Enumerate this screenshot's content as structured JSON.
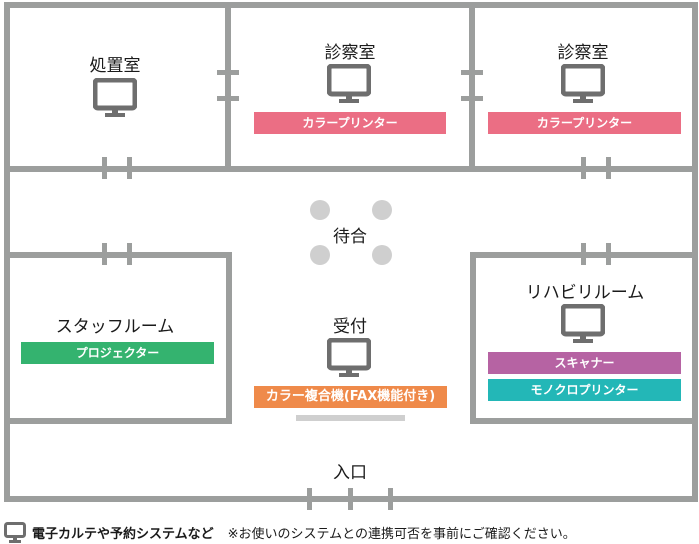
{
  "rooms": {
    "treatment": {
      "label": "処置室"
    },
    "exam1": {
      "label": "診察室",
      "devices": [
        "カラープリンター"
      ]
    },
    "exam2": {
      "label": "診察室",
      "devices": [
        "カラープリンター"
      ]
    },
    "waiting": {
      "label": "待合"
    },
    "staff": {
      "label": "スタッフルーム",
      "devices": [
        "プロジェクター"
      ]
    },
    "reception": {
      "label": "受付",
      "devices": [
        "カラー複合機(FAX機能付き)"
      ]
    },
    "rehab": {
      "label": "リハビリルーム",
      "devices": [
        "スキャナー",
        "モノクロプリンター"
      ]
    },
    "entrance": {
      "label": "入口"
    }
  },
  "colors": {
    "wall": "#9c9e9d",
    "monitor": "#6e6e6e",
    "color_printer": "#eb6e84",
    "projector": "#34b36f",
    "multifunction": "#ef8a4a",
    "scanner": "#b663a3",
    "mono_printer": "#23b7b7",
    "furniture": "#cfcfcf"
  },
  "legend": {
    "icon": "monitor-icon",
    "label": "電子カルテや予約システムなど",
    "note": "※お使いのシステムとの連携可否を事前にご確認ください。"
  }
}
